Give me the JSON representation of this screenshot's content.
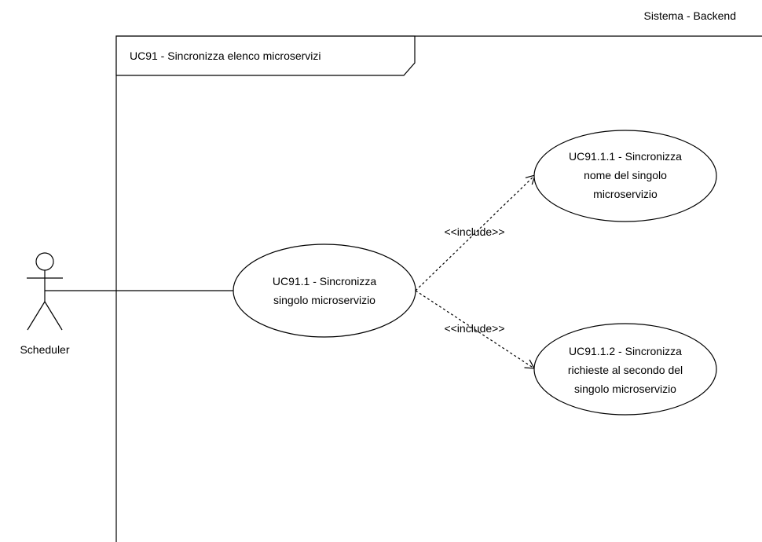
{
  "system": {
    "name": "Sistema - Backend",
    "frame_title": "UC91 - Sincronizza elenco microservizi"
  },
  "actor": {
    "name": "Scheduler"
  },
  "use_cases": [
    {
      "id": "uc91-1",
      "lines": [
        "UC91.1 - Sincronizza",
        "singolo microservizio"
      ]
    },
    {
      "id": "uc91-1-1",
      "lines": [
        "UC91.1.1 - Sincronizza",
        "nome del singolo",
        "microservizio"
      ]
    },
    {
      "id": "uc91-1-2",
      "lines": [
        "UC91.1.2 - Sincronizza",
        "richieste al secondo del",
        "singolo microservizio"
      ]
    }
  ],
  "relations": [
    {
      "stereotype": "<<include>>",
      "from": "uc91-1",
      "to": "uc91-1-1"
    },
    {
      "stereotype": "<<include>>",
      "from": "uc91-1",
      "to": "uc91-1-2"
    }
  ]
}
